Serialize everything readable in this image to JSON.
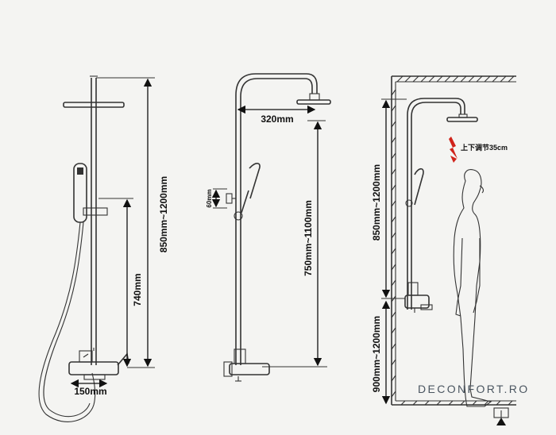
{
  "left_view": {
    "height_range": "850mm~1200mm",
    "mixer_height": "740mm",
    "spout_width": "150mm"
  },
  "middle_view": {
    "arm_length": "320mm",
    "holder_size": "60mm",
    "height_range": "750mm~1100mm"
  },
  "right_view": {
    "adjust_note": "上下调节35cm",
    "upper_range": "850mm~1200mm",
    "lower_range": "900mm~1200mm"
  },
  "brand": {
    "watermark": "DECONFORT.RO"
  },
  "colors": {
    "line": "#333333",
    "accent_red": "#d0231a",
    "background": "#f4f4f2"
  },
  "icons": {
    "adjust": "red-zigzag-arrow-icon",
    "person": "standing-person-icon"
  }
}
